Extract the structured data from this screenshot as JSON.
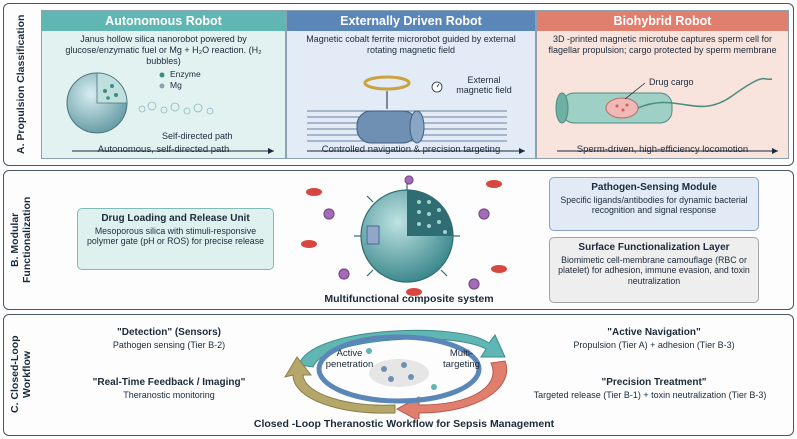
{
  "sections": {
    "a": {
      "label": "A. Propulsion Classification",
      "columns": [
        {
          "title": "Autonomous Robot",
          "color": "#5fb6b3",
          "description": "Janus hollow silica nanorobot powered by glucose/enzymatic fuel or Mg + H₂O reaction. (H₂ bubbles)",
          "legend_enzyme": "Enzyme",
          "legend_mg": "Mg",
          "path_label": "Self-directed path",
          "footer": "Autonomous, self-directed path"
        },
        {
          "title": "Externally Driven Robot",
          "color": "#5b86b8",
          "description": "Magnetic cobalt ferrite microrobot guided by external rotating magnetic field",
          "field_label": "External magnetic field",
          "footer": "Controlled navigation & precision targeting"
        },
        {
          "title": "Biohybrid Robot",
          "color": "#e07f6d",
          "description": "3D -printed magnetic microtube captures sperm cell for flagellar propulsion; cargo protected by sperm membrane",
          "cargo_label": "Drug cargo",
          "footer": "Sperm-driven, high-efficiency locomotion"
        }
      ]
    },
    "b": {
      "label": "B. Modular Functionalization",
      "drug_unit": {
        "title": "Drug Loading and Release Unit",
        "body": "Mesoporous silica with stimuli-responsive polymer gate (pH or ROS) for precise release"
      },
      "pathogen_module": {
        "title": "Pathogen-Sensing Module",
        "body": "Specific ligands/antibodies for dynamic bacterial recognition and signal response"
      },
      "surface_layer": {
        "title": "Surface Functionalization Layer",
        "body": "Biomimetic cell-membrane camouflage (RBC or platelet) for adhesion, immune evasion, and toxin neutralization"
      },
      "center_caption": "Multifunctional composite system"
    },
    "c": {
      "label": "C. Closed-Loop Workflow",
      "detection": {
        "title": "\"Detection\" (Sensors)",
        "sub": "Pathogen sensing (Tier B-2)"
      },
      "feedback": {
        "title": "\"Real-Time Feedback / Imaging\"",
        "sub": "Theranostic monitoring"
      },
      "navigation": {
        "title": "\"Active Navigation\"",
        "sub": "Propulsion (Tier A) + adhesion (Tier B-3)"
      },
      "treatment": {
        "title": "\"Precision Treatment\"",
        "sub": "Targeted release (Tier B-1) + toxin neutralization (Tier B-3)"
      },
      "inner_left": "Active penetration",
      "inner_right": "Multi-targeting",
      "caption": "Closed -Loop Theranostic Workflow for Sepsis Management"
    }
  },
  "colors": {
    "teal": "#5fb6b3",
    "blue": "#5b86b8",
    "coral": "#e07f6d",
    "olive": "#b5a66a"
  }
}
